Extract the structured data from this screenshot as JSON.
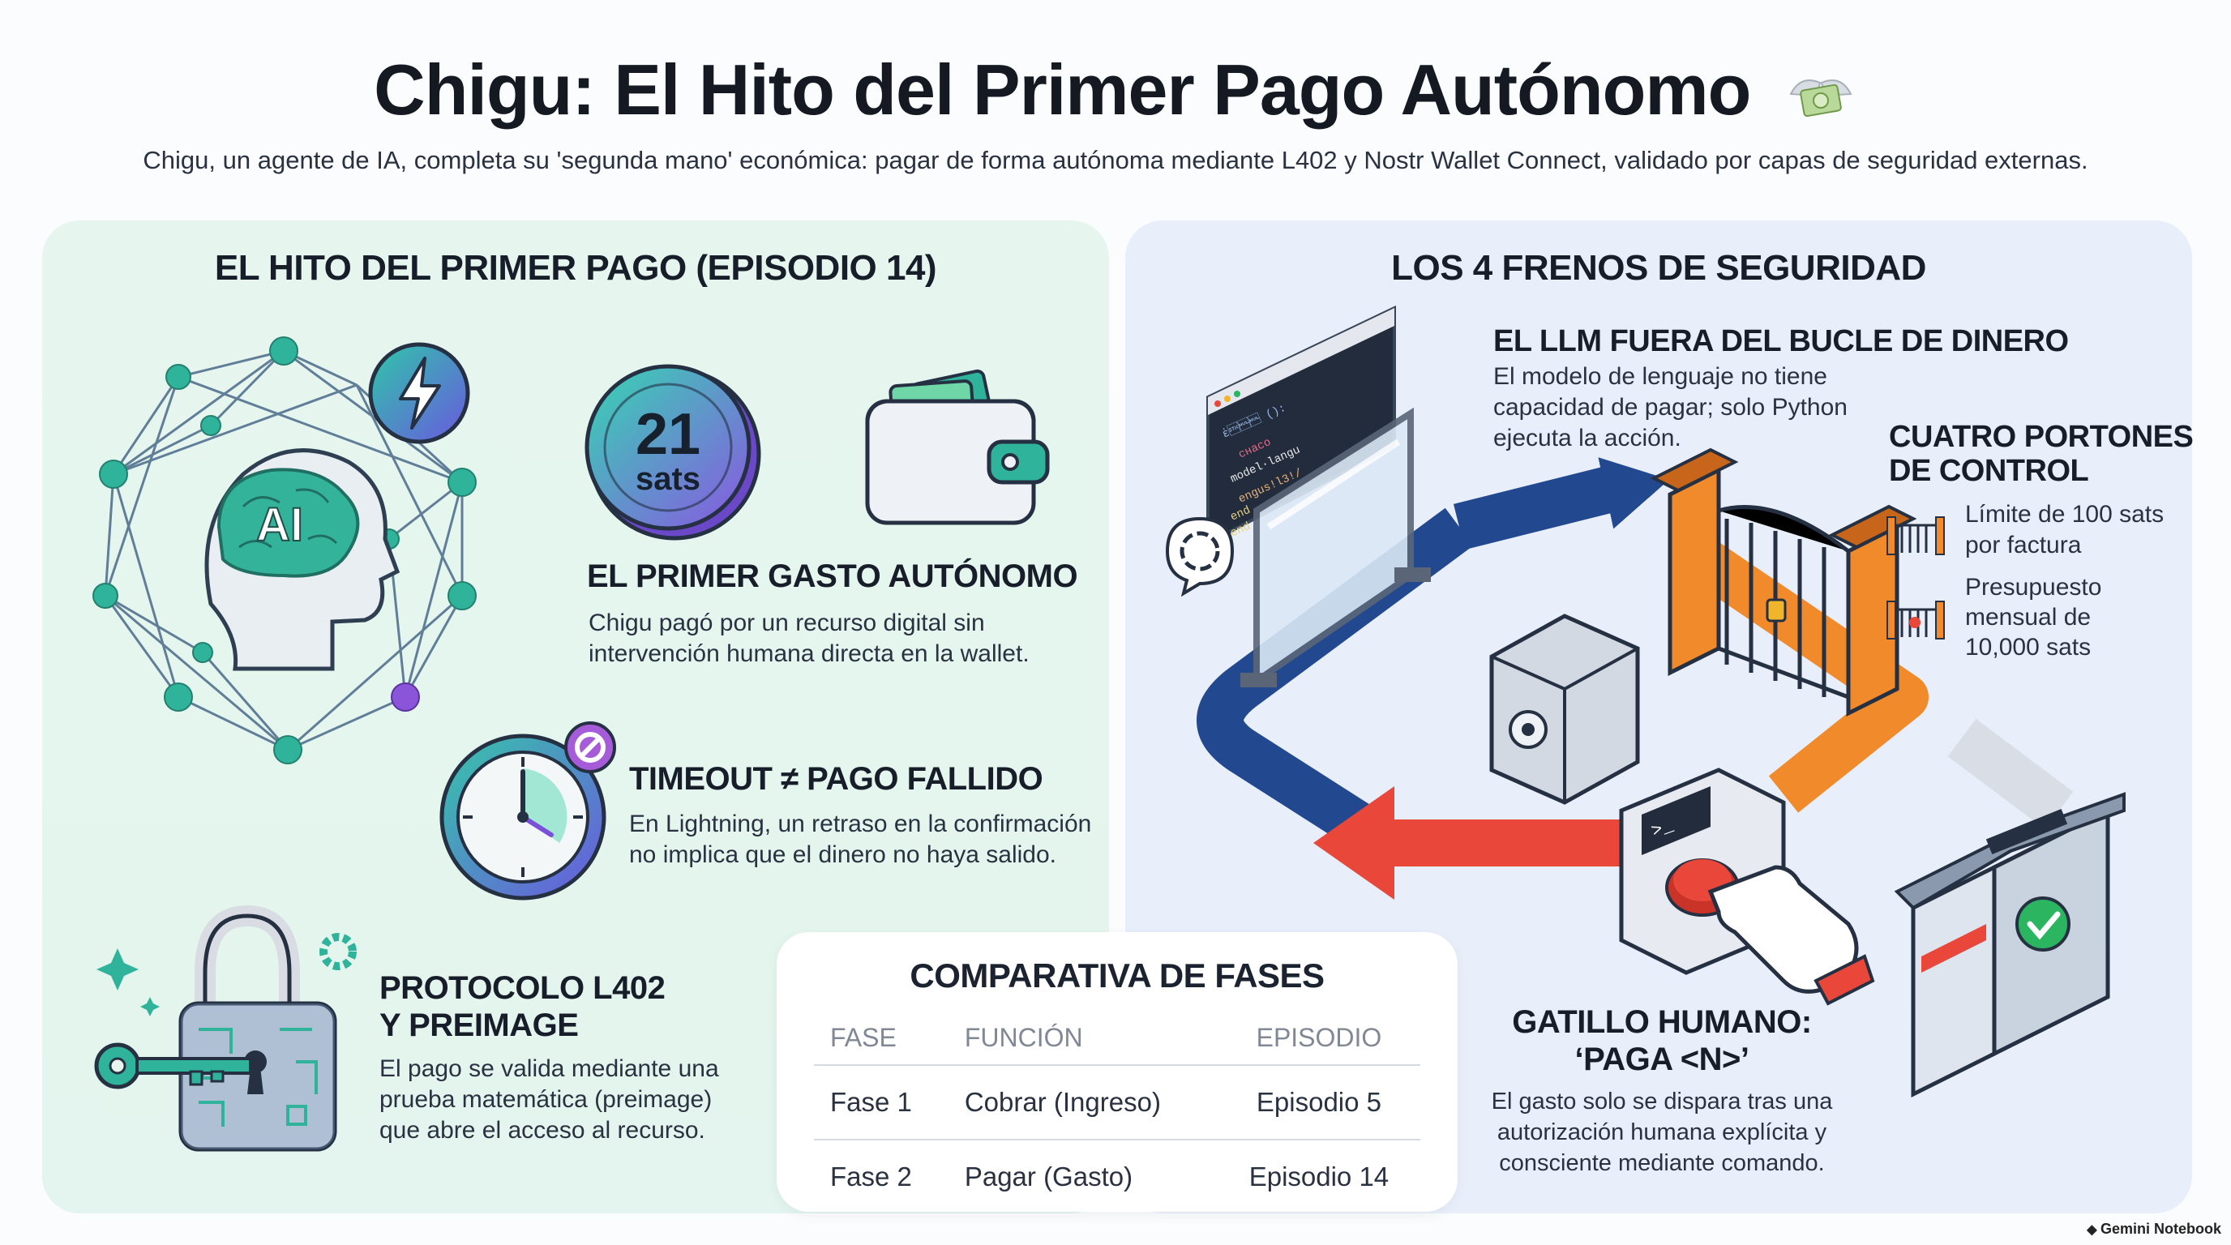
{
  "header": {
    "title": "Chigu: El Hito del Primer Pago Autónomo",
    "subtitle": "Chigu, un agente de IA, completa su 'segunda mano' económica: pagar de forma autónoma mediante L402 y Nostr Wallet Connect, validado por capas de seguridad externas."
  },
  "left_section": {
    "title": "EL HITO DEL PRIMER PAGO (EPISODIO 14)",
    "ai_label": "AI",
    "coin": {
      "amount": "21",
      "unit": "sats"
    },
    "first_spend": {
      "heading": "EL PRIMER GASTO AUTÓNOMO",
      "text_line1": "Chigu pagó por un recurso digital sin",
      "text_line2": "intervención humana directa en la wallet."
    },
    "timeout": {
      "heading": "TIMEOUT ≠ PAGO FALLIDO",
      "text_line1": "En Lightning, un retraso en la confirmación",
      "text_line2": "no implica que el dinero no haya salido."
    },
    "protocol": {
      "heading_line1": "PROTOCOLO L402",
      "heading_line2": "Y PREIMAGE",
      "text_line1": "El pago se valida mediante una",
      "text_line2": "prueba matemática (preimage)",
      "text_line3": "que abre el acceso al recurso."
    }
  },
  "right_section": {
    "title": "LOS 4 FRENOS DE SEGURIDAD",
    "llm": {
      "heading": "EL LLM FUERA DEL BUCLE DE DINERO",
      "text_line1": "El modelo de lenguaje no tiene",
      "text_line2": "capacidad de pagar; solo Python",
      "text_line3": "ejecuta la acción."
    },
    "gates": {
      "heading_line1": "CUATRO PORTONES",
      "heading_line2": "DE CONTROL",
      "item1_line1": "Límite de 100 sats",
      "item1_line2": "por factura",
      "item2_line1": "Presupuesto",
      "item2_line2": "mensual de",
      "item2_line3": "10,000 sats"
    },
    "trigger": {
      "heading_line1": "GATILLO HUMANO:",
      "heading_line2": "‘PAGA <N>’",
      "text_line1": "El gasto solo se dispara tras una",
      "text_line2": "autorización humana explícita y",
      "text_line3": "consciente mediante comando."
    },
    "code_lines": [
      "ἑ\u0002\u0000\u0000 ():",
      "cʜaco",
      "model·langu",
      "engus!l3!/",
      "end",
      "end"
    ]
  },
  "comparison": {
    "title": "COMPARATIVA DE FASES",
    "headers": [
      "FASE",
      "FUNCIÓN",
      "EPISODIO"
    ],
    "rows": [
      [
        "Fase 1",
        "Cobrar (Ingreso)",
        "Episodio 5"
      ],
      [
        "Fase 2",
        "Pagar (Gasto)",
        "Episodio 14"
      ]
    ]
  },
  "footer": {
    "brand": "Gemini Notebook"
  },
  "colors": {
    "teal": "#2fb39a",
    "purple": "#7b4fd8",
    "navy": "#22488f",
    "orange": "#f08a2a",
    "red": "#e8473a",
    "green": "#2bb561"
  }
}
